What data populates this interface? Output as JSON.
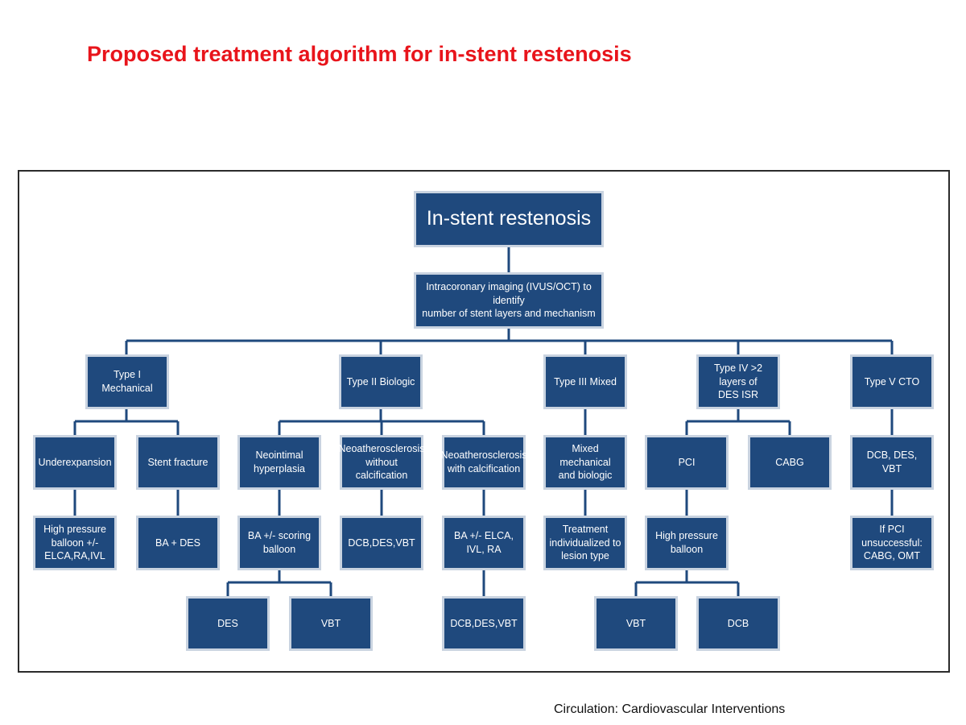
{
  "slide": {
    "title": "Proposed treatment algorithm for in-stent restenosis",
    "citation": "Circulation: Cardiovascular Interventions"
  },
  "colors": {
    "title": "#e8141b",
    "box_fill": "#1f497d",
    "box_border": "#c9d3e0",
    "connector": "#1f497d",
    "frame": "#2b2b2b"
  },
  "diagram": {
    "root": "In-stent restenosis",
    "imaging": "Intracoronary imaging (IVUS/OCT) to identify\nnumber of stent layers and mechanism",
    "types": {
      "type1": "Type I Mechanical",
      "type2": "Type II Biologic",
      "type3": "Type III Mixed",
      "type4": "Type IV >2 layers of\nDES ISR",
      "type5": "Type V CTO"
    },
    "mechanisms": {
      "underexpansion": "Underexpansion",
      "stent_fracture": "Stent fracture",
      "neointimal": "Neointimal\nhyperplasia",
      "neoath_without": "Neoatherosclerosis\nwithout calcification",
      "neoath_with": "Neoatherosclerosis\nwith calcification",
      "mixed": "Mixed mechanical\nand biologic",
      "pci": "PCI",
      "cabg": "CABG",
      "cto_options": "DCB, DES, VBT"
    },
    "treatments": {
      "high_pressure_elca": "High pressure\nballoon +/-\nELCA,RA,IVL",
      "ba_des": "BA + DES",
      "ba_scoring": "BA +/- scoring\nballoon",
      "dcb_des_vbt": "DCB,DES,VBT",
      "ba_elca": "BA +/- ELCA, IVL, RA",
      "individualized": "Treatment\nindividualized to\nlesion type",
      "high_pressure_balloon": "High pressure\nballoon",
      "pci_unsuccessful": "If PCI unsuccessful:\nCABG, OMT"
    },
    "final": {
      "des": "DES",
      "vbt_left": "VBT",
      "dcb_des_vbt": "DCB,DES,VBT",
      "vbt_right": "VBT",
      "dcb": "DCB"
    }
  }
}
